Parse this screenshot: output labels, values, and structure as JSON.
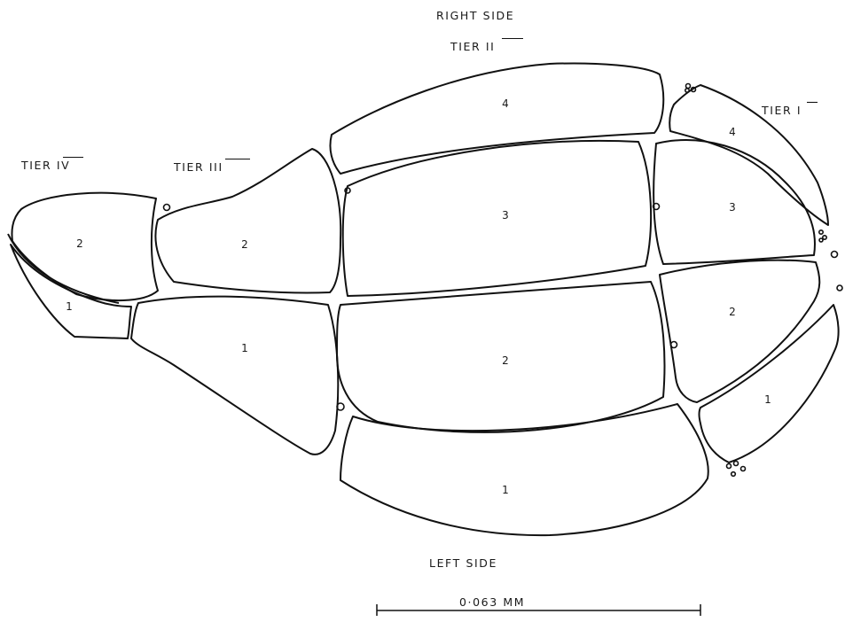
{
  "labels": {
    "right_side": "RIGHT SIDE",
    "left_side": "LEFT SIDE",
    "tier_1": {
      "prefix": "TIER ",
      "numeral": "I"
    },
    "tier_2": {
      "prefix": "TIER ",
      "numeral": "II"
    },
    "tier_3": {
      "prefix": "TIER ",
      "numeral": "III"
    },
    "tier_4": {
      "prefix": "TIER ",
      "numeral": "IV"
    }
  },
  "scale_bar": {
    "label": "0·063 MM"
  },
  "cells": {
    "tier_1": [
      "1",
      "2",
      "3",
      "4"
    ],
    "tier_2": [
      "1",
      "2",
      "3",
      "4"
    ],
    "tier_3": [
      "1",
      "2"
    ],
    "tier_4": [
      "1",
      "2"
    ]
  }
}
